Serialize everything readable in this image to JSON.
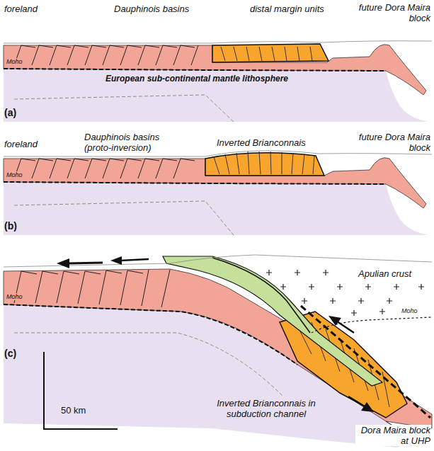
{
  "diagram": {
    "labels": [
      "foreland",
      "Dauphinois basins",
      "distal margin units",
      "future Dora Maira block",
      "Moho",
      "European sub-continental mantle lithosphere",
      "(a)",
      "foreland",
      "Dauphinois basins (proto-inversion)",
      "Inverted Brianconnais",
      "future Dora Maira block",
      "Moho",
      "(b)",
      "Moho",
      "Apulian crust",
      "Moho",
      "Inverted Brianconnais in subduction channel",
      "Dora Maira block at UHP",
      "(c)",
      "50 km"
    ]
  }
}
